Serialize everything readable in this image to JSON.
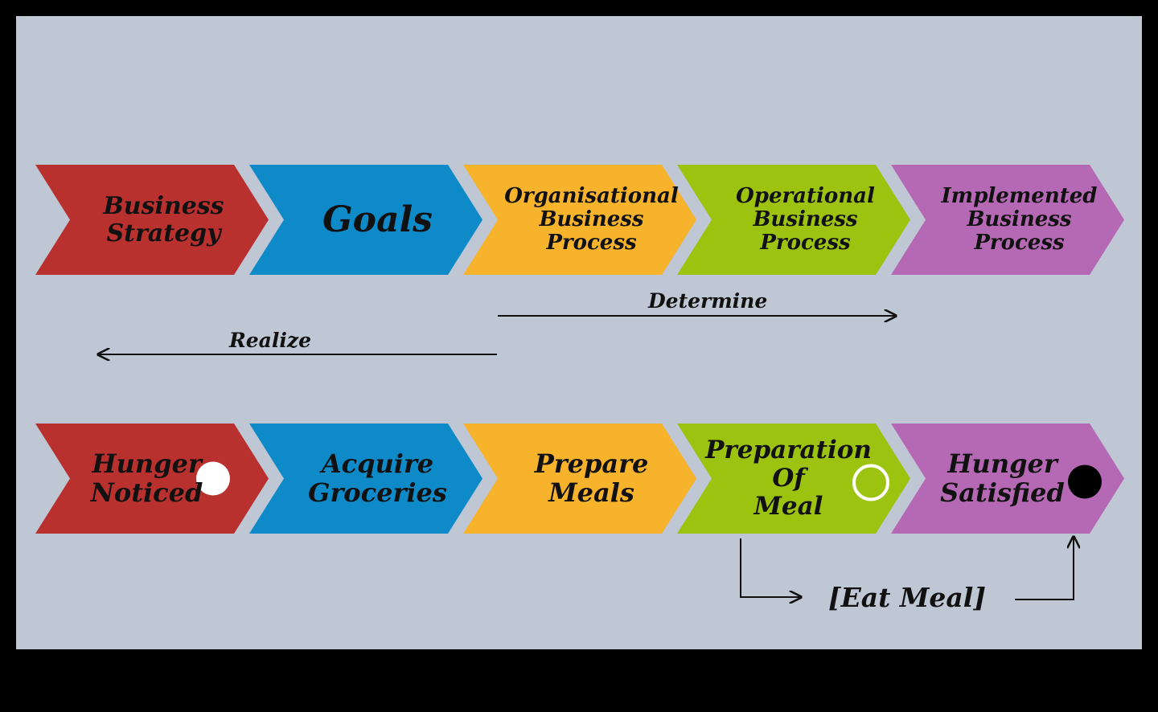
{
  "colors": {
    "background": "#bfc6d4",
    "frame": "#000000",
    "red": "#b8312f",
    "blue": "#0e8ac8",
    "yellow": "#f7b32b",
    "green": "#9cc30f",
    "purple": "#b568b3",
    "line": "#111111"
  },
  "top_row": [
    {
      "lines": [
        "Business",
        "Strategy"
      ],
      "color": "red"
    },
    {
      "lines": [
        "Goals"
      ],
      "color": "blue"
    },
    {
      "lines": [
        "Organisational",
        "Business",
        "Process"
      ],
      "color": "yellow"
    },
    {
      "lines": [
        "Operational",
        "Business",
        "Process"
      ],
      "color": "green"
    },
    {
      "lines": [
        "Implemented",
        "Business",
        "Process"
      ],
      "color": "purple"
    }
  ],
  "bottom_row": [
    {
      "lines": [
        "Hunger",
        "Noticed"
      ],
      "color": "red",
      "marker": "white-circle"
    },
    {
      "lines": [
        "Acquire",
        "Groceries"
      ],
      "color": "blue"
    },
    {
      "lines": [
        "Prepare",
        "Meals"
      ],
      "color": "yellow"
    },
    {
      "lines": [
        "Preparation",
        "Of",
        "Meal"
      ],
      "color": "green",
      "marker": "ring"
    },
    {
      "lines": [
        "Hunger",
        "Satisfied"
      ],
      "color": "purple",
      "marker": "black-circle"
    }
  ],
  "connectors": {
    "determine": "Determine",
    "realize": "Realize",
    "eat_meal": "[Eat Meal]"
  }
}
